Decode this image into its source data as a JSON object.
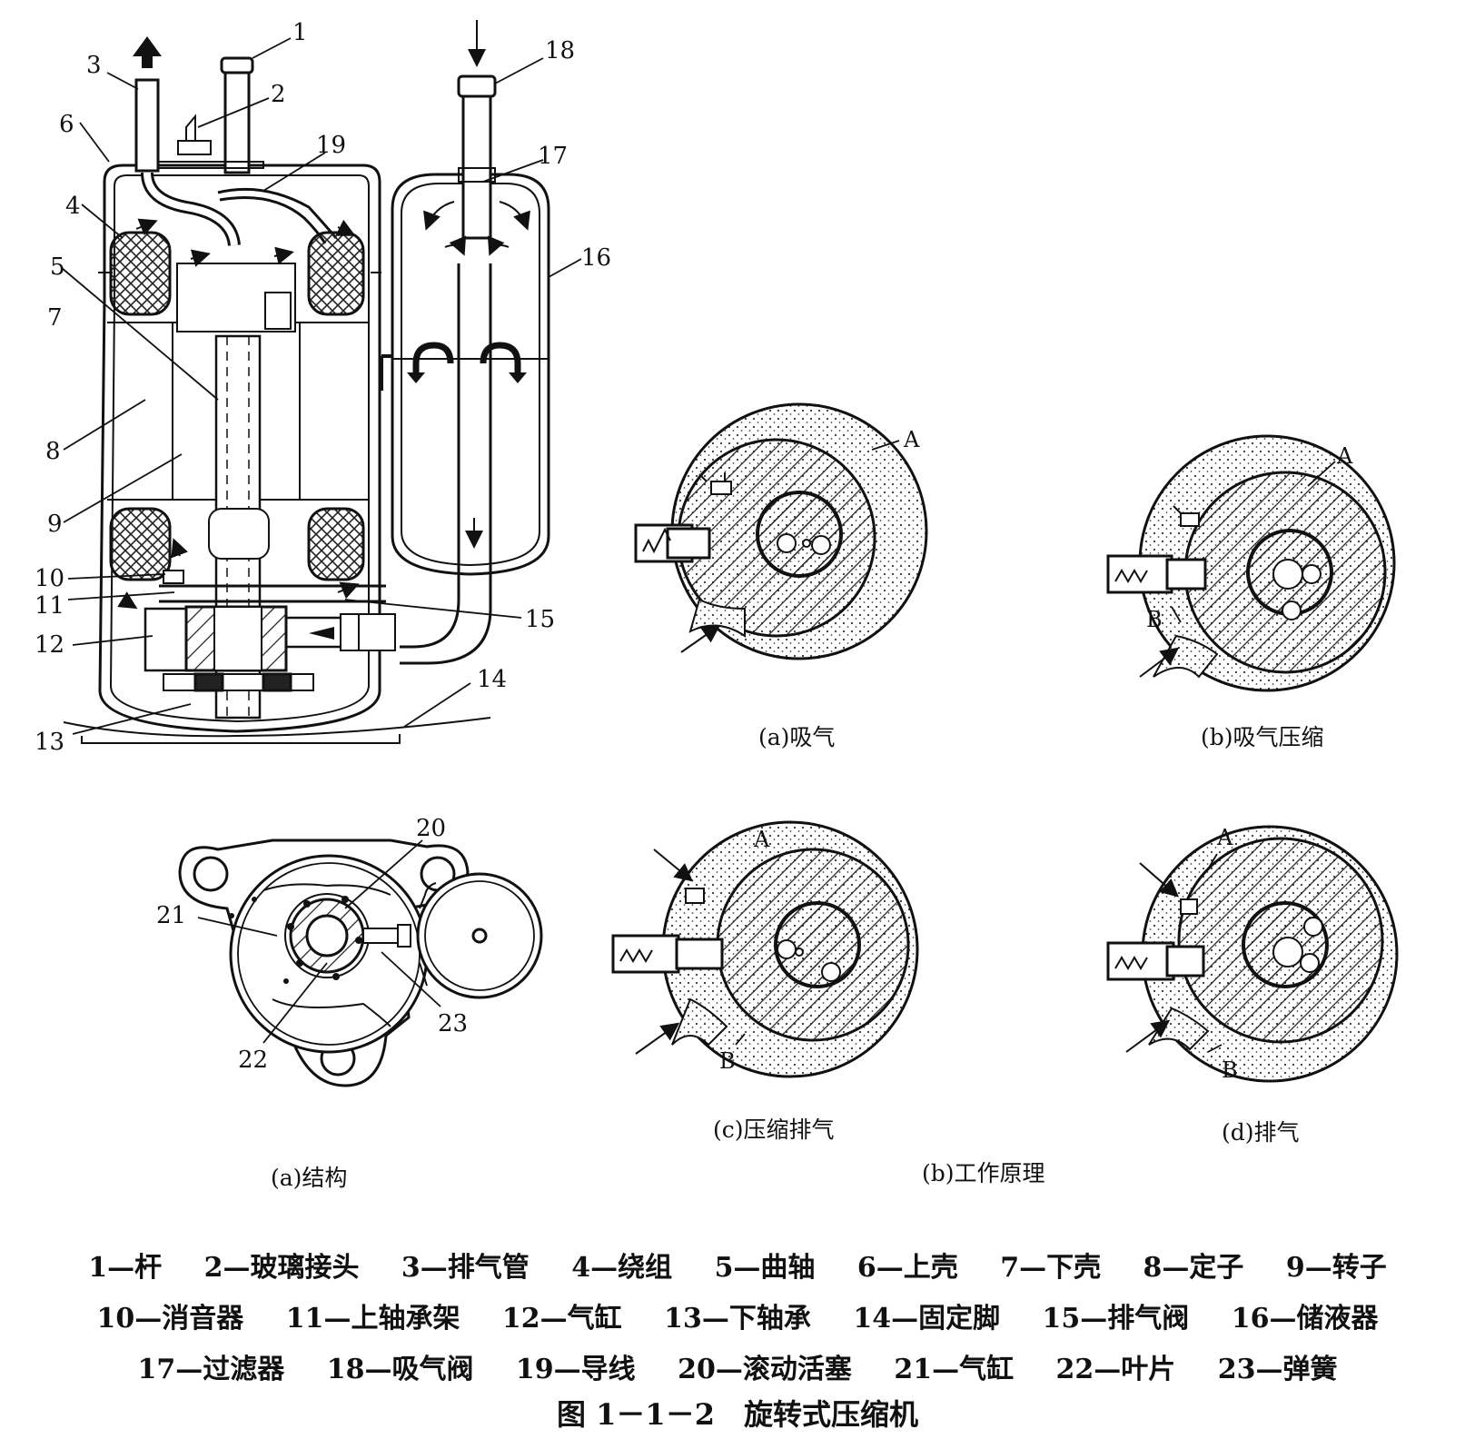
{
  "labels": {
    "n1": "1",
    "n2": "2",
    "n3": "3",
    "n4": "4",
    "n5": "5",
    "n6": "6",
    "n7": "7",
    "n8": "8",
    "n9": "9",
    "n10": "10",
    "n11": "11",
    "n12": "12",
    "n13": "13",
    "n14": "14",
    "n15": "15",
    "n16": "16",
    "n17": "17",
    "n18": "18",
    "n19": "19",
    "n20": "20",
    "n21": "21",
    "n22": "22",
    "n23": "23"
  },
  "letters": {
    "a": "A",
    "b": "B"
  },
  "subcaptions": {
    "a_suction": "(a)吸气",
    "b_suction_compress": "(b)吸气压缩",
    "c_compress_discharge": "(c)压缩排气",
    "d_discharge": "(d)排气",
    "structure": "(a)结构",
    "principle": "(b)工作原理"
  },
  "legend": [
    [
      "1—杆",
      "2—玻璃接头",
      "3—排气管",
      "4—绕组",
      "5—曲轴",
      "6—上壳",
      "7—下壳",
      "8—定子",
      "9—转子"
    ],
    [
      "10—消音器",
      "11—上轴承架",
      "12—气缸",
      "13—下轴承",
      "14—固定脚",
      "15—排气阀",
      "16—储液器"
    ],
    [
      "17—过滤器",
      "18—吸气阀",
      "19—导线",
      "20—滚动活塞",
      "21—气缸",
      "22—叶片",
      "23—弹簧"
    ]
  ],
  "caption": "图 1－1－2　旋转式压缩机"
}
